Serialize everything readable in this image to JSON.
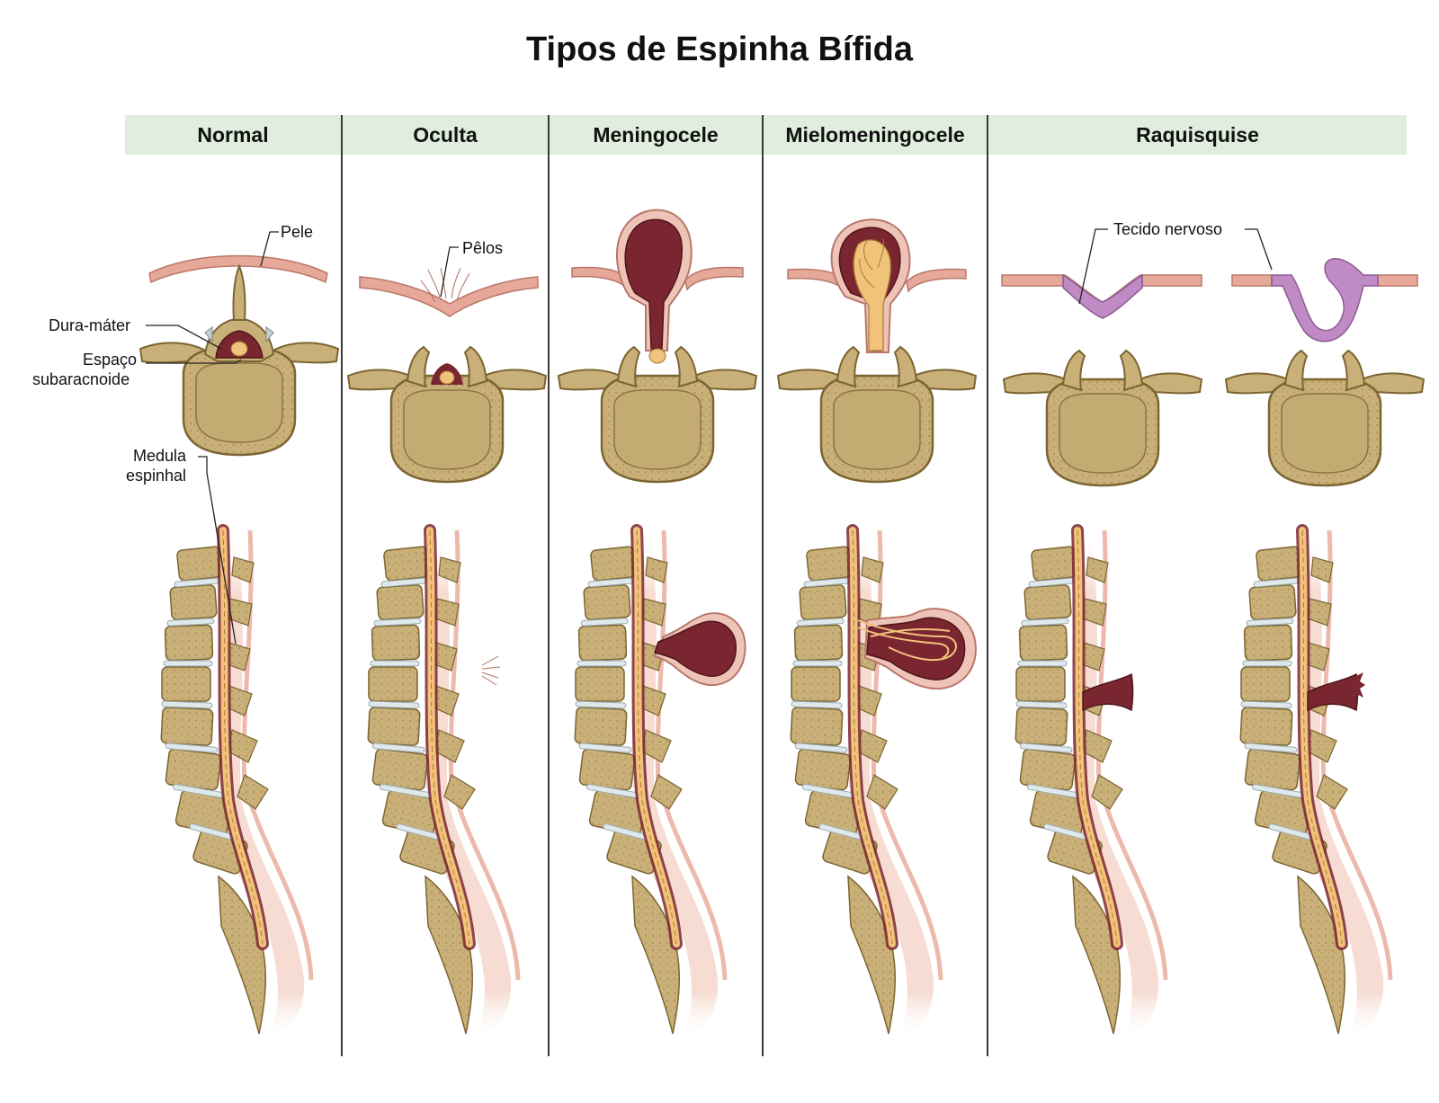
{
  "title": "Tipos de Espinha Bífida",
  "columns": [
    "Normal",
    "Oculta",
    "Meningocele",
    "Mielomeningocele",
    "Raquisquise"
  ],
  "labels": {
    "skin": "Pele",
    "dura": "Dura-máter",
    "subarachnoid_1": "Espaço",
    "subarachnoid_2": "subaracnoide",
    "cord_1": "Medula",
    "cord_2": "espinhal",
    "hair": "Pêlos",
    "nerve_tissue": "Tecido nervoso"
  },
  "colors": {
    "header_bg": "#dfeedd",
    "bone": "#c9b078",
    "bone_outline": "#7c6532",
    "skin": "#e6a898",
    "dura_sac": "#7a2630",
    "nerve": "#f1c27a",
    "nerve_tissue": "#c08ac4"
  }
}
